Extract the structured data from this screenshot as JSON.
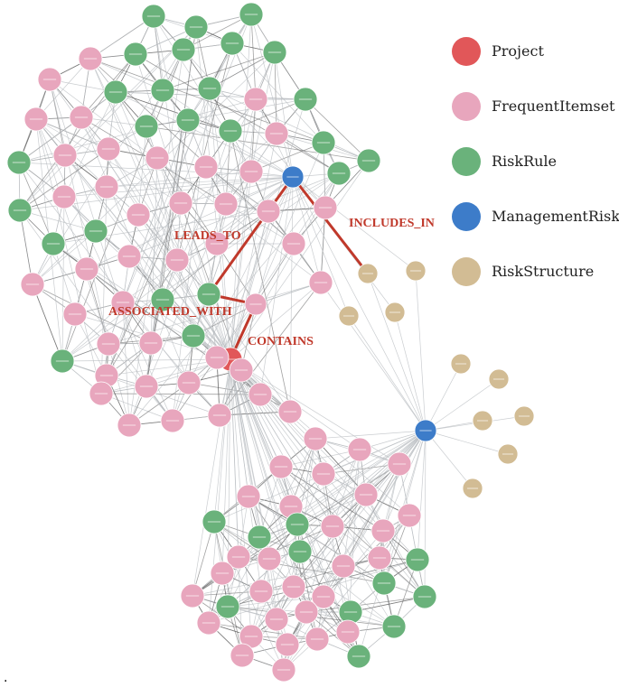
{
  "legend": [
    {
      "label": "Project",
      "color": "#e15759"
    },
    {
      "label": "FrequentItemset",
      "color": "#e8a6bd"
    },
    {
      "label": "RiskRule",
      "color": "#6ab27b"
    },
    {
      "label": "ManagementRisk",
      "color": "#3d7cc9"
    },
    {
      "label": "RiskStructure",
      "color": "#d2bc94"
    }
  ],
  "relationships": {
    "leads_to": "LEADS_TO",
    "includes_in": "INCLUDES_IN",
    "associated_with": "ASSOCIATED_WITH",
    "contains": "CONTAINS"
  },
  "colors": {
    "edge": "#b8bcc0",
    "edge_dark": "#555555",
    "highlight": "#c0392b"
  },
  "footer": {
    "dot": "."
  }
}
